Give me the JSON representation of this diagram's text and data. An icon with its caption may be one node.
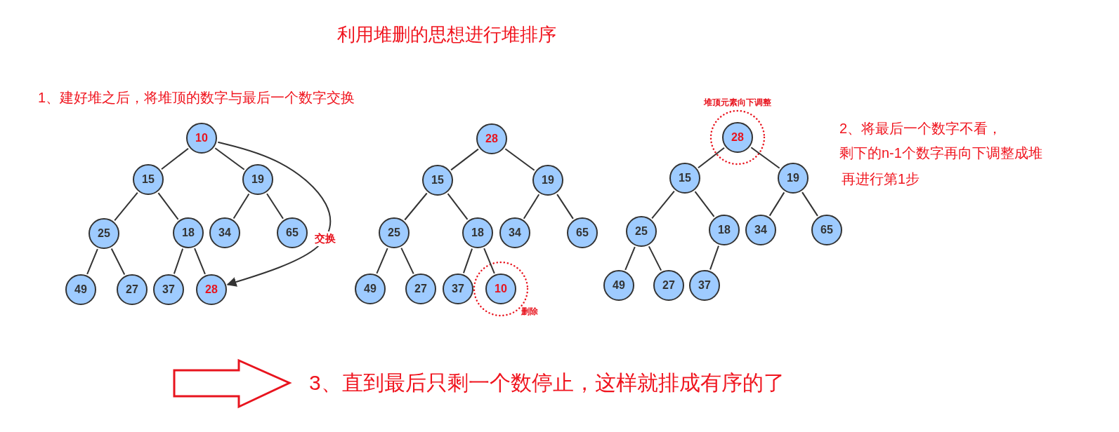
{
  "diagram": {
    "title": "利用堆删的思想进行堆排序",
    "nodes": [
      {
        "text": [
          "10"
        ]
      },
      {
        "text": [
          "15"
        ]
      },
      {
        "text": [
          "19"
        ]
      },
      {
        "text": [
          "25"
        ]
      },
      {
        "text": [
          "18"
        ]
      },
      {
        "text": [
          "34"
        ]
      },
      {
        "text": [
          "65"
        ]
      },
      {
        "text": [
          "49"
        ]
      },
      {
        "text": [
          "27"
        ]
      },
      {
        "text": [
          "37"
        ]
      },
      {
        "text": [
          "28"
        ]
      },
      {
        "text": [
          "28"
        ]
      },
      {
        "text": [
          "15"
        ]
      },
      {
        "text": [
          "19"
        ]
      },
      {
        "text": [
          "25"
        ]
      },
      {
        "text": [
          "18"
        ]
      },
      {
        "text": [
          "34"
        ]
      },
      {
        "text": [
          "65"
        ]
      },
      {
        "text": [
          "49"
        ]
      },
      {
        "text": [
          "27"
        ]
      },
      {
        "text": [
          "37"
        ]
      },
      {
        "text": [
          "10"
        ],
        "beside": [
          "删除"
        ]
      },
      {
        "text": [
          "28"
        ],
        "beside": [
          "堆顶元素向下调整"
        ]
      },
      {
        "text": [
          "15"
        ]
      },
      {
        "text": [
          "19"
        ]
      },
      {
        "text": [
          "25"
        ]
      },
      {
        "text": [
          "18"
        ]
      },
      {
        "text": [
          "34"
        ]
      },
      {
        "text": [
          "65"
        ]
      },
      {
        "text": [
          "49"
        ]
      },
      {
        "text": [
          "27"
        ]
      },
      {
        "text": [
          "37"
        ]
      }
    ],
    "edges": [
      {
        "from": 0,
        "to": 1,
        "arrow": "none"
      },
      {
        "from": 0,
        "to": 2,
        "arrow": "none"
      },
      {
        "from": 1,
        "to": 3,
        "arrow": "none"
      },
      {
        "from": 1,
        "to": 4,
        "arrow": "none"
      },
      {
        "from": 2,
        "to": 5,
        "arrow": "none"
      },
      {
        "from": 2,
        "to": 6,
        "arrow": "none"
      },
      {
        "from": 3,
        "to": 7,
        "arrow": "none"
      },
      {
        "from": 3,
        "to": 8,
        "arrow": "none"
      },
      {
        "from": 4,
        "to": 9,
        "arrow": "none"
      },
      {
        "from": 4,
        "to": 10,
        "arrow": "none"
      },
      {
        "from": 0,
        "to": 10,
        "arrow": "to",
        "label": "交换"
      },
      {
        "from": 11,
        "to": 12,
        "arrow": "none"
      },
      {
        "from": 11,
        "to": 13,
        "arrow": "none"
      },
      {
        "from": 12,
        "to": 14,
        "arrow": "none"
      },
      {
        "from": 12,
        "to": 15,
        "arrow": "none"
      },
      {
        "from": 13,
        "to": 16,
        "arrow": "none"
      },
      {
        "from": 13,
        "to": 17,
        "arrow": "none"
      },
      {
        "from": 14,
        "to": 18,
        "arrow": "none"
      },
      {
        "from": 14,
        "to": 19,
        "arrow": "none"
      },
      {
        "from": 15,
        "to": 20,
        "arrow": "none"
      },
      {
        "from": 15,
        "to": 21,
        "arrow": "none"
      },
      {
        "from": 22,
        "to": 23,
        "arrow": "none"
      },
      {
        "from": 22,
        "to": 24,
        "arrow": "none"
      },
      {
        "from": 23,
        "to": 25,
        "arrow": "none"
      },
      {
        "from": 23,
        "to": 26,
        "arrow": "none"
      },
      {
        "from": 24,
        "to": 27,
        "arrow": "none"
      },
      {
        "from": 24,
        "to": 28,
        "arrow": "none"
      },
      {
        "from": 25,
        "to": 29,
        "arrow": "none"
      },
      {
        "from": 25,
        "to": 30,
        "arrow": "none"
      },
      {
        "from": 26,
        "to": 31,
        "arrow": "none"
      }
    ],
    "labels": [
      "1、建好堆之后，将堆顶的数字与最后一个数字交换",
      "2、将最后一个数字不看，",
      "剩下的n-1个数字再向下调整成堆",
      "再进行第1步",
      "3、直到最后只剩一个数停止，这样就排成有序的了"
    ]
  }
}
